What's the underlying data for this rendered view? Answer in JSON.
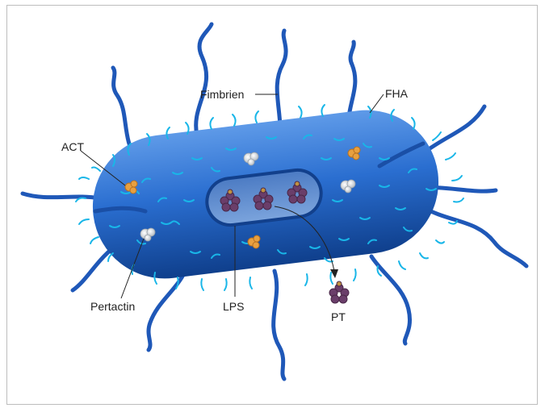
{
  "labels": {
    "fimbrien": "Fimbrien",
    "fha": "FHA",
    "act": "ACT",
    "pertactin": "Pertactin",
    "lps": "LPS",
    "pt": "PT"
  },
  "colors": {
    "body_dark": "#0f3f8c",
    "body_mid": "#2a6ed0",
    "body_light": "#5e9ae8",
    "fimbria": "#1f58b8",
    "hair": "#19b6e8",
    "window_bg": "#5a86c8",
    "pt_toxin": "#6a3e6a",
    "act_orange": "#e8a040",
    "pertactin_gray": "#d8dde3",
    "leader_line": "#222222"
  }
}
